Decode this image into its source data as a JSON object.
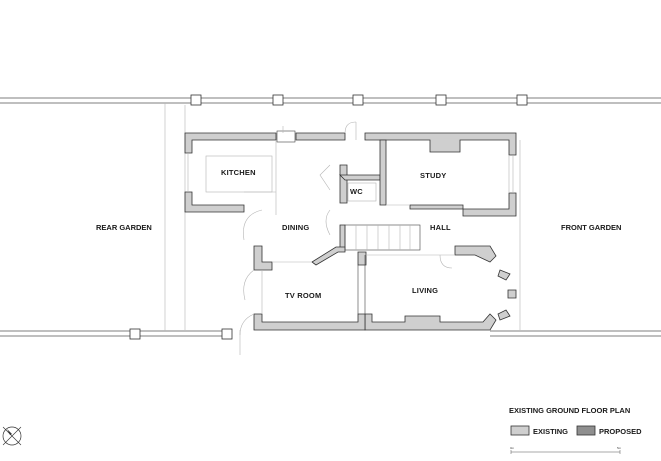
{
  "rooms": {
    "kitchen": "KITCHEN",
    "wc": "WC",
    "study": "STUDY",
    "dining": "DINING",
    "hall": "HALL",
    "tv_room": "TV ROOM",
    "living": "LIVING"
  },
  "gardens": {
    "rear": "REAR GARDEN",
    "front": "FRONT GARDEN"
  },
  "legend": {
    "title": "EXISTING GROUND FLOOR PLAN",
    "existing_label": "EXISTING",
    "proposed_label": "PROPOSED",
    "existing_color": "#cfcfcf",
    "proposed_color": "#8f8f8f"
  },
  "scale_bar": {
    "start": "0m",
    "end": "5m"
  },
  "icons": {
    "north_arrow": "north-arrow-icon"
  }
}
